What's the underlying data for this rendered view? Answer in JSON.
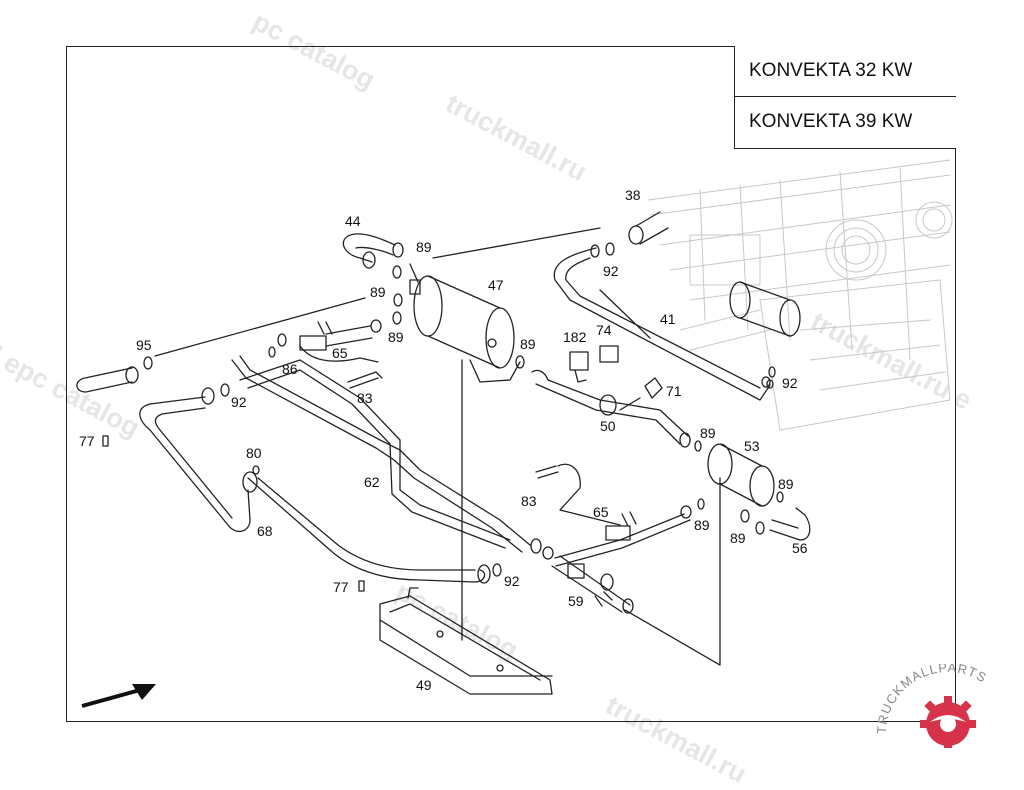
{
  "watermarks": [
    "pc catalog",
    "truckmall.ru",
    "l epc catalog",
    "truckmall.ru e",
    "pc catalog",
    "truckmall.ru"
  ],
  "legend": {
    "row1": "KONVEKTA 32 KW",
    "row2": "KONVEKTA 39 KW"
  },
  "callouts": {
    "c38": "38",
    "c44": "44",
    "c89a": "89",
    "c89b": "89",
    "c89c": "89",
    "c89d": "89",
    "c89e": "89",
    "c89f": "89",
    "c89g": "89",
    "c89h": "89",
    "c47": "47",
    "c92a": "92",
    "c92b": "92",
    "c92c": "92",
    "c92d": "92",
    "c41": "41",
    "c95": "95",
    "c182": "182",
    "c74": "74",
    "c65a": "65",
    "c65b": "65",
    "c86": "86",
    "c83a": "83",
    "c83b": "83",
    "c71": "71",
    "c77a": "77",
    "c77b": "77",
    "c50": "50",
    "c53": "53",
    "c80": "80",
    "c62": "62",
    "c68": "68",
    "c56": "56",
    "c59": "59",
    "c49": "49"
  },
  "brand": {
    "text": "TRUCKMALLPARTS",
    "colors": {
      "truckmall": "#8a8a8a",
      "parts": "#d6334a"
    }
  }
}
